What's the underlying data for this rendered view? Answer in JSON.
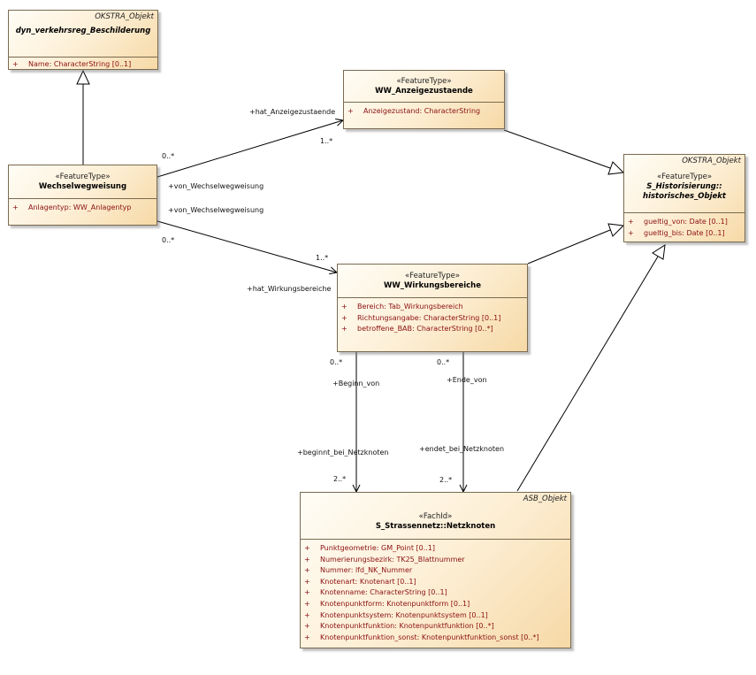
{
  "classes": {
    "dyn": {
      "package": "OKSTRA_Objekt",
      "stereotype": "",
      "name": "dyn_verkehrsreg_Beschilderung",
      "attributes": [
        {
          "vis": "+",
          "text": "Name: CharacterString [0..1]"
        }
      ]
    },
    "anz": {
      "package": "",
      "stereotype": "«FeatureType»",
      "name": "WW_Anzeigezustaende",
      "attributes": [
        {
          "vis": "+",
          "text": "Anzeigezustand: CharacterString"
        }
      ]
    },
    "hist": {
      "package": "OKSTRA_Objekt",
      "stereotype": "«FeatureType»",
      "name": "S_Historisierung::",
      "name2": "historisches_Objekt",
      "attributes": [
        {
          "vis": "+",
          "text": "gueltig_von: Date [0..1]"
        },
        {
          "vis": "+",
          "text": "gueltig_bis: Date [0..1]"
        }
      ]
    },
    "wech": {
      "package": "",
      "stereotype": "«FeatureType»",
      "name": "Wechselwegweisung",
      "attributes": [
        {
          "vis": "+",
          "text": "Anlagentyp: WW_Anlagentyp"
        }
      ]
    },
    "wirk": {
      "package": "",
      "stereotype": "«FeatureType»",
      "name": "WW_Wirkungsbereiche",
      "attributes": [
        {
          "vis": "+",
          "text": "Bereich: Tab_Wirkungsbereich"
        },
        {
          "vis": "+",
          "text": "Richtungsangabe: CharacterString [0..1]"
        },
        {
          "vis": "+",
          "text": "betroffene_BAB: CharacterString [0..*]"
        }
      ]
    },
    "netz": {
      "package": "ASB_Objekt",
      "stereotype": "«FachId»",
      "name": "S_Strassennetz::Netzknoten",
      "attributes": [
        {
          "vis": "+",
          "text": "Punktgeometrie: GM_Point [0..1]"
        },
        {
          "vis": "+",
          "text": "Numerierungsbezirk: TK25_Blattnummer"
        },
        {
          "vis": "+",
          "text": "Nummer: lfd_NK_Nummer"
        },
        {
          "vis": "+",
          "text": "Knotenart: Knotenart [0..1]"
        },
        {
          "vis": "+",
          "text": "Knotenname: CharacterString [0..1]"
        },
        {
          "vis": "+",
          "text": "Knotenpunktform: Knotenpunktform [0..1]"
        },
        {
          "vis": "+",
          "text": "Knotenpunktsystem: Knotenpunktsystem [0..1]"
        },
        {
          "vis": "+",
          "text": "Knotenpunktfunktion: Knotenpunktfunktion [0..*]"
        },
        {
          "vis": "+",
          "text": "Knotenpunktfunktion_sonst: Knotenpunktfunktion_sonst [0..*]"
        }
      ]
    }
  },
  "labels": {
    "hat_anz": "+hat_Anzeigezustaende",
    "mult_anz_end": "1..*",
    "mult_wech_anz": "0..*",
    "von_ww_1": "+von_Wechselwegweisung",
    "von_ww_2": "+von_Wechselwegweisung",
    "mult_wech_wirk": "0..*",
    "mult_wirk_end": "1..*",
    "hat_wirk": "+hat_Wirkungsbereiche",
    "mult_beginn_top": "0..*",
    "beginn_von": "+Beginn_von",
    "beginnt_bei": "+beginnt_bei_Netzknoten",
    "mult_beginn_bot": "2..*",
    "mult_ende_top": "0..*",
    "ende_von": "+Ende_von",
    "endet_bei": "+endet_bei_Netzknoten",
    "mult_ende_bot": "2..*"
  }
}
